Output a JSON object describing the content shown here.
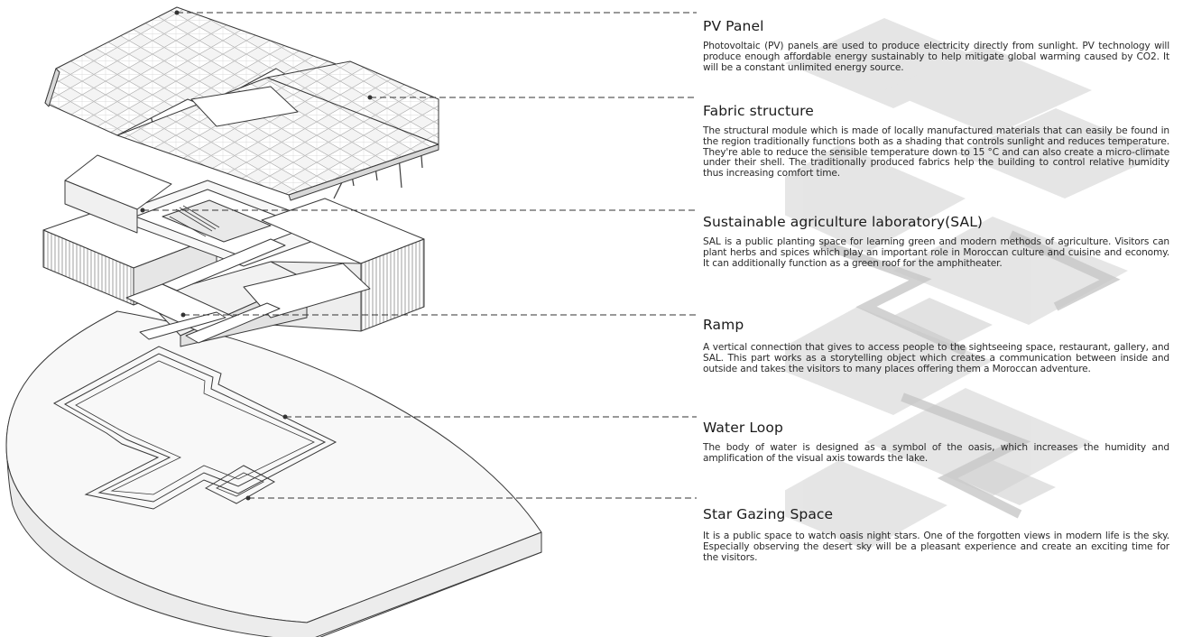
{
  "callouts": [
    {
      "id": "pv-panel",
      "title": "PV Panel",
      "body": "Photovoltaic (PV) panels are used to produce electricity directly from sunlight. PV technology will produce enough affordable energy sustainably to help mitigate global warming caused by CO2. It will be a constant unlimited energy source."
    },
    {
      "id": "fabric-structure",
      "title": "Fabric structure",
      "body": "The structural module which is made of locally manufactured materials that can easily be found in the region traditionally functions both as a shading that controls sunlight and reduces temperature. They're able to reduce the sensible temperature down to 15 °C and can also create a micro-climate under their shell. The traditionally produced fabrics help the building to control relative humidity thus increasing comfort time."
    },
    {
      "id": "sal",
      "title": "Sustainable agriculture laboratory(SAL)",
      "body": "SAL is a public planting space for learning green and modern methods of agriculture. Visitors can plant herbs and spices which play an important role in Moroccan culture and cuisine and economy. It can additionally function as a green roof for the amphitheater."
    },
    {
      "id": "ramp",
      "title": "Ramp",
      "body": "A vertical connection that gives to access people to the sightseeing space, restaurant, gallery, and SAL. This part works as a storytelling object which creates a communication between inside and outside and takes the visitors to many places offering them a Moroccan adventure."
    },
    {
      "id": "water-loop",
      "title": "Water Loop",
      "body": "The body of water is designed as a symbol of the oasis, which increases the humidity and amplification of the visual axis towards the lake."
    },
    {
      "id": "star-gazing",
      "title": "Star Gazing Space",
      "body": "It is a public space to watch oasis night stars. One of the forgotten views in modern life is the sky. Especially observing the desert sky will be a pleasant experience and create an exciting time for the visitors."
    }
  ],
  "colors": {
    "line": "#3a3a3a",
    "ghost": "#dcdcdc",
    "ghost_dark": "#c8c8c8",
    "leader": "#333333"
  }
}
